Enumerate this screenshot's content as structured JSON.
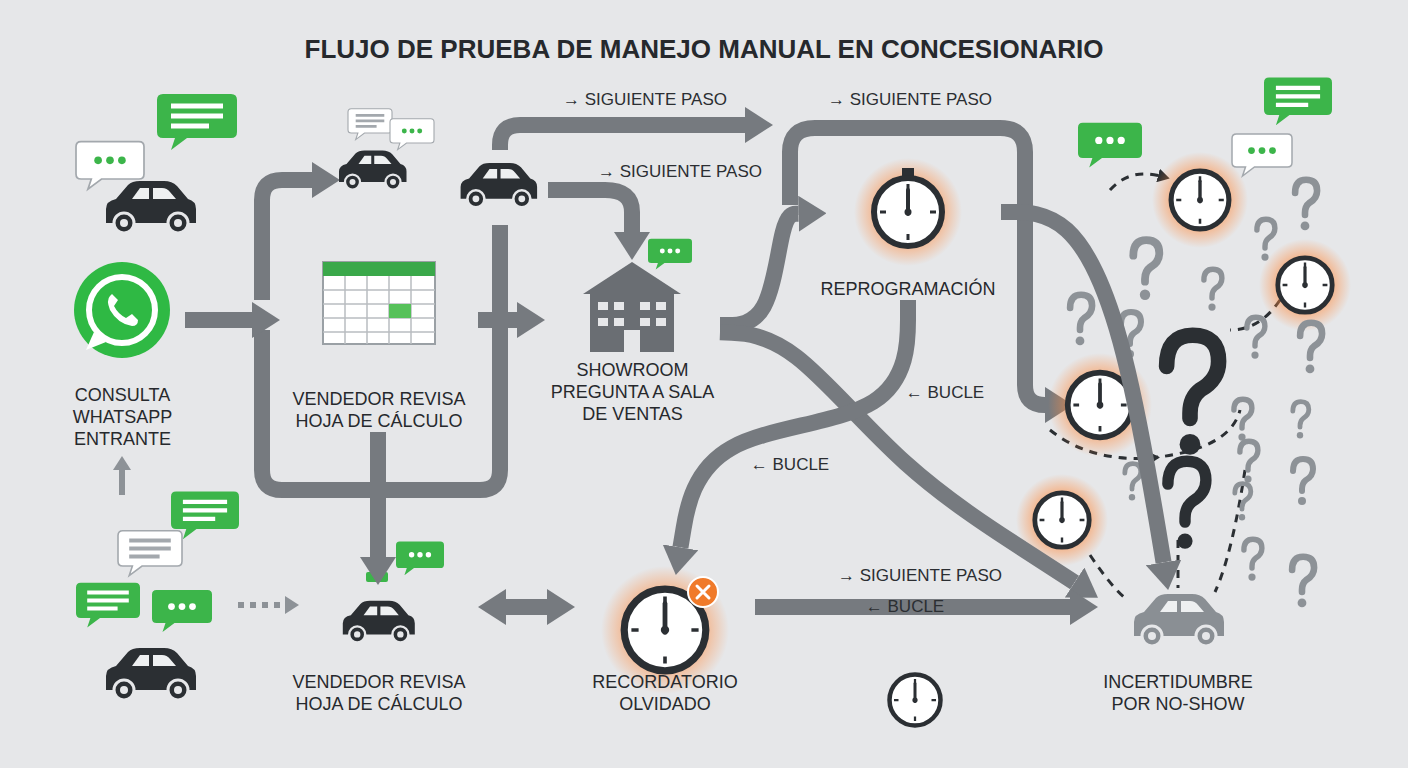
{
  "diagram": {
    "title": "FLUJO DE PRUEBA DE MANEJO MANUAL EN CONCESIONARIO",
    "nodes": [
      {
        "text": [
          "CONSULTA WHATSAPP ENTRANTE"
        ]
      },
      {
        "text": [
          "VENDEDOR REVISA HOJA DE CÁLCULO"
        ]
      },
      {
        "text": [
          "SHOWROOM PREGUNTA A SALA DE VENTAS"
        ]
      },
      {
        "text": [
          "REPROGRAMACIÓN"
        ]
      },
      {
        "text": [
          "VENDEDOR REVISA HOJA DE CÁLCULO"
        ]
      },
      {
        "text": [
          "RECORDATORIO OLVIDADO"
        ]
      },
      {
        "text": [
          "INCERTIDUMBRE POR NO-SHOW"
        ]
      }
    ],
    "edges": [
      {
        "from": 0,
        "to": 1,
        "arrow": "to"
      },
      {
        "from": 1,
        "to": 2,
        "arrow": "to"
      },
      {
        "from": 1,
        "to": 4,
        "arrow": "to"
      },
      {
        "from": 2,
        "to": 3,
        "arrow": "to"
      },
      {
        "from": 3,
        "to": 6,
        "arrow": "to"
      },
      {
        "from": 2,
        "to": 6,
        "arrow": "to"
      },
      {
        "from": 4,
        "to": 5,
        "arrow": "both"
      },
      {
        "from": 5,
        "to": 6,
        "arrow": "to"
      },
      {
        "from": 3,
        "to": 5,
        "arrow": "to"
      }
    ],
    "labels": [
      "→ SIGUIENTE PASO",
      "→ SIGUIENTE PASO",
      "→ SIGUIENTE PASO",
      "← BUCLE",
      "← BUCLE",
      "→ SIGUIENTE PASO",
      "← BUCLE"
    ]
  }
}
